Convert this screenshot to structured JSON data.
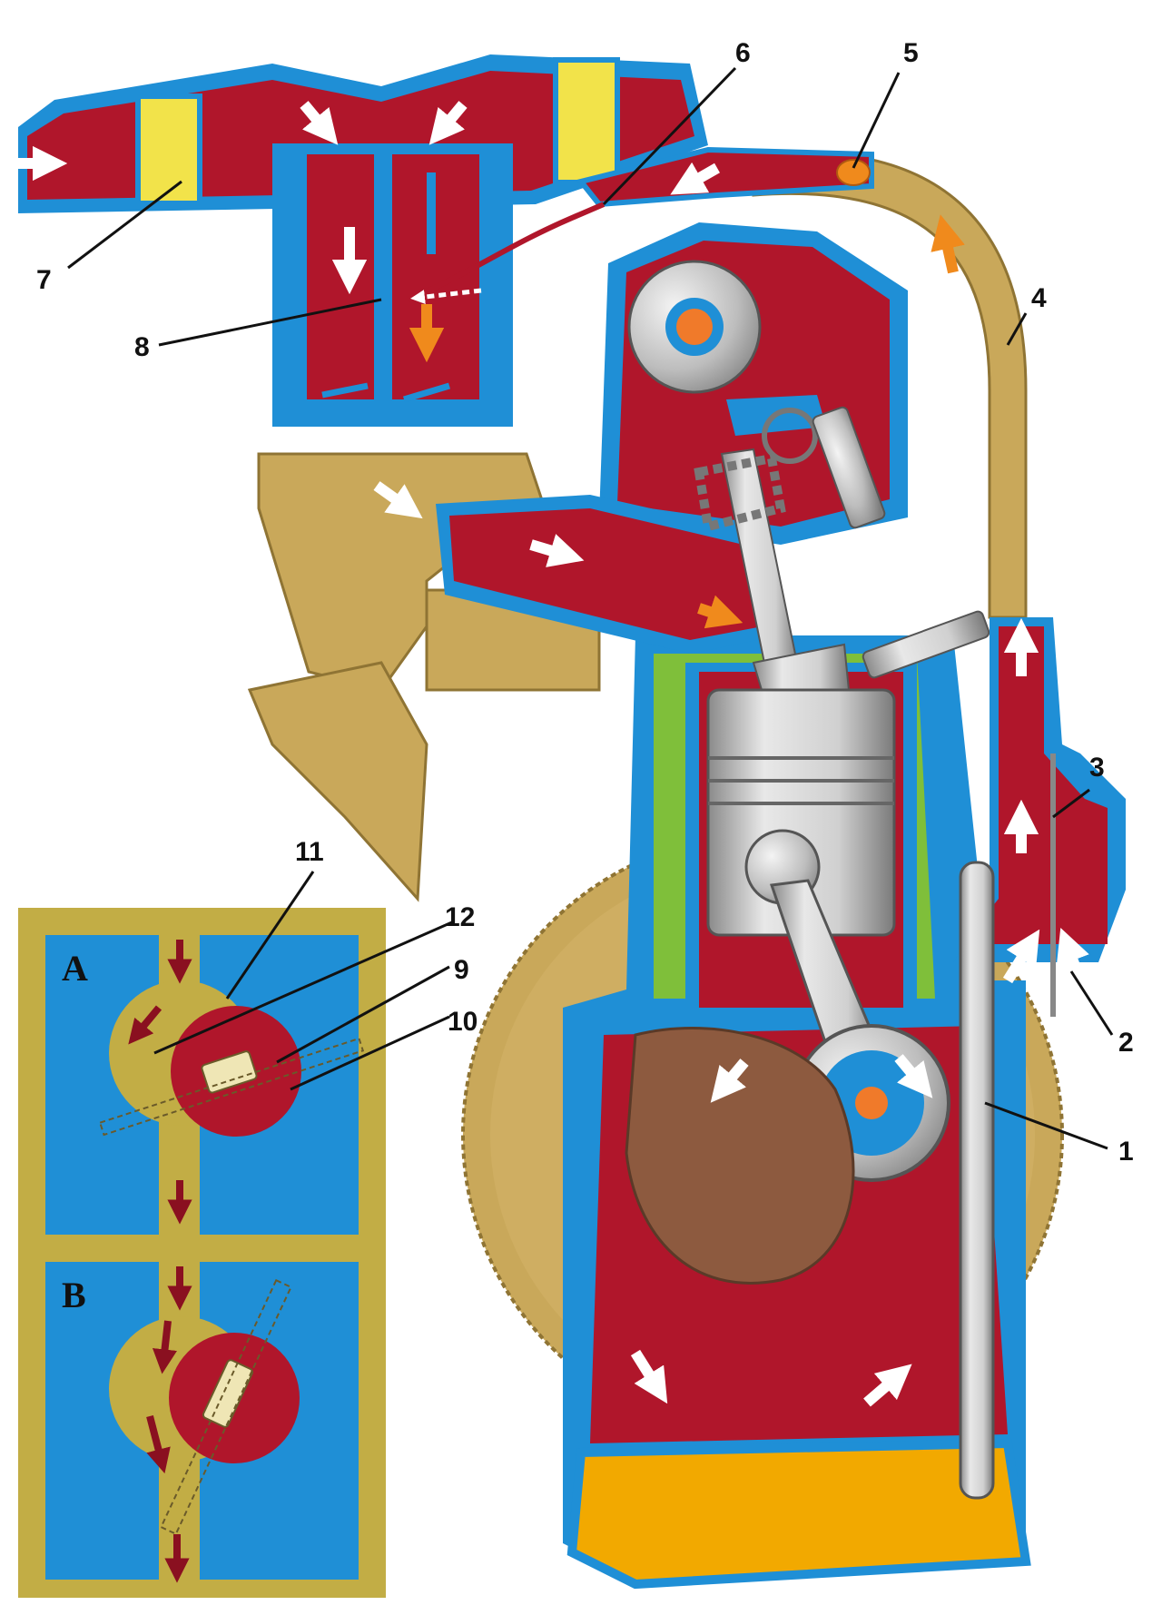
{
  "callouts": [
    {
      "id": "1",
      "label": "1"
    },
    {
      "id": "2",
      "label": "2"
    },
    {
      "id": "3",
      "label": "3"
    },
    {
      "id": "4",
      "label": "4"
    },
    {
      "id": "5",
      "label": "5"
    },
    {
      "id": "6",
      "label": "6"
    },
    {
      "id": "7",
      "label": "7"
    },
    {
      "id": "8",
      "label": "8"
    },
    {
      "id": "9",
      "label": "9"
    },
    {
      "id": "10",
      "label": "10"
    },
    {
      "id": "11",
      "label": "11"
    },
    {
      "id": "12",
      "label": "12"
    }
  ],
  "inset": {
    "panel_a_label": "A",
    "panel_b_label": "B"
  },
  "colors": {
    "red": "#b0162b",
    "blue": "#1f8fd6",
    "tan": "#c9a85a",
    "olive_frame": "#c2ad45",
    "green": "#7fbf3a",
    "oil": "#f2a900",
    "steel": "#c9c9c9",
    "yellow": "#f2e34a",
    "white_arrow": "#ffffff",
    "orange_arrow": "#f08a1c"
  }
}
